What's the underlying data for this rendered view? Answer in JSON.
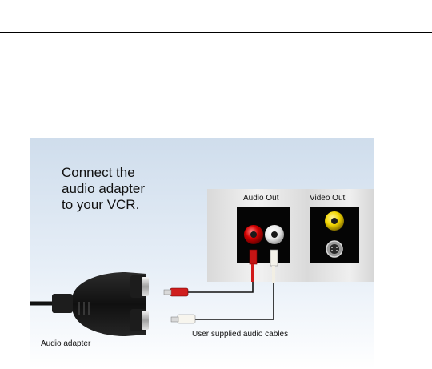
{
  "headline": "Connect the\naudio adapter\nto your VCR.",
  "vcr": {
    "audio_out_label": "Audio Out",
    "video_out_label": "Video Out"
  },
  "captions": {
    "cables": "User supplied audio cables",
    "adapter": "Audio adapter"
  },
  "colors": {
    "panel_bg_top": "#cfddec",
    "red_jack": "#d40000",
    "white_jack": "#ffffff",
    "yellow_jack": "#f2d600",
    "adapter_body": "#151515"
  },
  "icons": [
    "rca-red-jack-icon",
    "rca-white-jack-icon",
    "rca-yellow-jack-icon",
    "s-video-jack-icon",
    "red-rca-plug-icon",
    "white-rca-plug-icon",
    "audio-adapter-icon"
  ]
}
